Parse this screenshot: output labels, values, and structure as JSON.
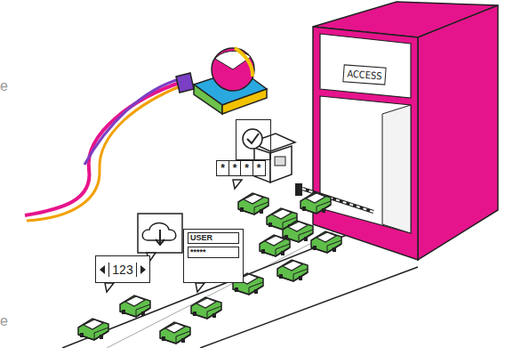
{
  "diagram": {
    "nodes": [
      {
        "text": [
          "ACCESS"
        ]
      },
      {
        "text": [
          "*",
          "*",
          "*",
          "*"
        ]
      },
      {
        "text": [
          "USER",
          "*****"
        ]
      },
      {
        "text": [
          "123"
        ]
      }
    ],
    "labels": [
      "e",
      "e"
    ]
  }
}
